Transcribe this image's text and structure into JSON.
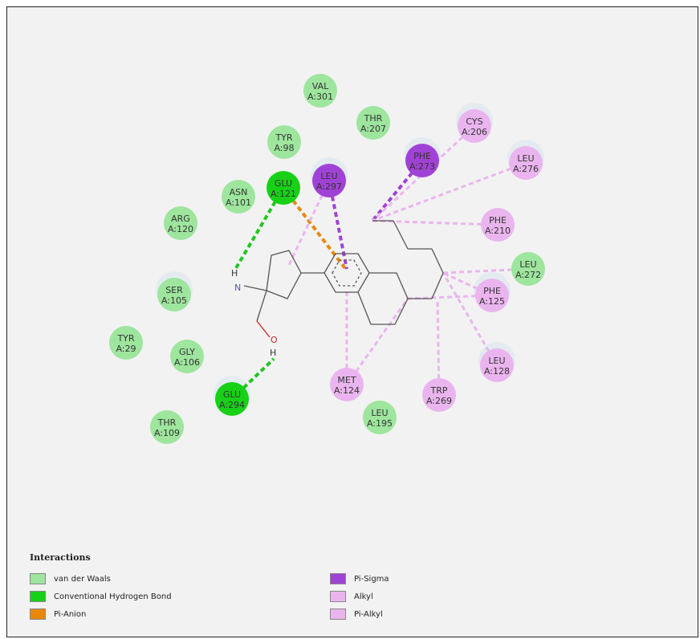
{
  "colors": {
    "vdw": "#9ee59e",
    "hbond": "#17d117",
    "pi_anion": "#e8870c",
    "pi_sigma": "#a142d6",
    "alkyl": "#eab5ee",
    "pi_alkyl": "#eab5ee"
  },
  "legend": {
    "title": "Interactions",
    "items": [
      {
        "label": "van der Waals",
        "color": "#9ee59e"
      },
      {
        "label": "Conventional Hydrogen Bond",
        "color": "#17d117"
      },
      {
        "label": "Pi-Anion",
        "color": "#e8870c"
      },
      {
        "label": "Pi-Sigma",
        "color": "#a142d6"
      },
      {
        "label": "Alkyl",
        "color": "#eab5ee"
      },
      {
        "label": "Pi-Alkyl",
        "color": "#eab5ee"
      }
    ]
  },
  "residues": [
    {
      "id": "val301",
      "name": "VAL",
      "num": "A:301",
      "type": "vdw"
    },
    {
      "id": "thr207",
      "name": "THR",
      "num": "A:207",
      "type": "vdw"
    },
    {
      "id": "tyr98",
      "name": "TYR",
      "num": "A:98",
      "type": "vdw"
    },
    {
      "id": "cys206",
      "name": "CYS",
      "num": "A:206",
      "type": "alkyl"
    },
    {
      "id": "phe273",
      "name": "PHE",
      "num": "A:273",
      "type": "pi_sigma"
    },
    {
      "id": "leu276",
      "name": "LEU",
      "num": "A:276",
      "type": "alkyl"
    },
    {
      "id": "leu297",
      "name": "LEU",
      "num": "A:297",
      "type": "pi_sigma"
    },
    {
      "id": "glu121",
      "name": "GLU",
      "num": "A:121",
      "type": "hbond"
    },
    {
      "id": "asn101",
      "name": "ASN",
      "num": "A:101",
      "type": "vdw"
    },
    {
      "id": "arg120",
      "name": "ARG",
      "num": "A:120",
      "type": "vdw"
    },
    {
      "id": "phe210",
      "name": "PHE",
      "num": "A:210",
      "type": "alkyl"
    },
    {
      "id": "leu272",
      "name": "LEU",
      "num": "A:272",
      "type": "vdw"
    },
    {
      "id": "ser105",
      "name": "SER",
      "num": "A:105",
      "type": "vdw"
    },
    {
      "id": "phe125",
      "name": "PHE",
      "num": "A:125",
      "type": "alkyl"
    },
    {
      "id": "tyr29",
      "name": "TYR",
      "num": "A:29",
      "type": "vdw"
    },
    {
      "id": "gly106",
      "name": "GLY",
      "num": "A:106",
      "type": "vdw"
    },
    {
      "id": "leu128",
      "name": "LEU",
      "num": "A:128",
      "type": "alkyl"
    },
    {
      "id": "met124",
      "name": "MET",
      "num": "A:124",
      "type": "alkyl"
    },
    {
      "id": "trp269",
      "name": "TRP",
      "num": "A:269",
      "type": "alkyl"
    },
    {
      "id": "glu294",
      "name": "GLU",
      "num": "A:294",
      "type": "hbond"
    },
    {
      "id": "leu195",
      "name": "LEU",
      "num": "A:195",
      "type": "vdw"
    },
    {
      "id": "thr109",
      "name": "THR",
      "num": "A:109",
      "type": "vdw"
    }
  ],
  "atoms": {
    "n_label": "N",
    "h_label_top": "H",
    "o_label": "O",
    "h_label_bottom": "H"
  }
}
